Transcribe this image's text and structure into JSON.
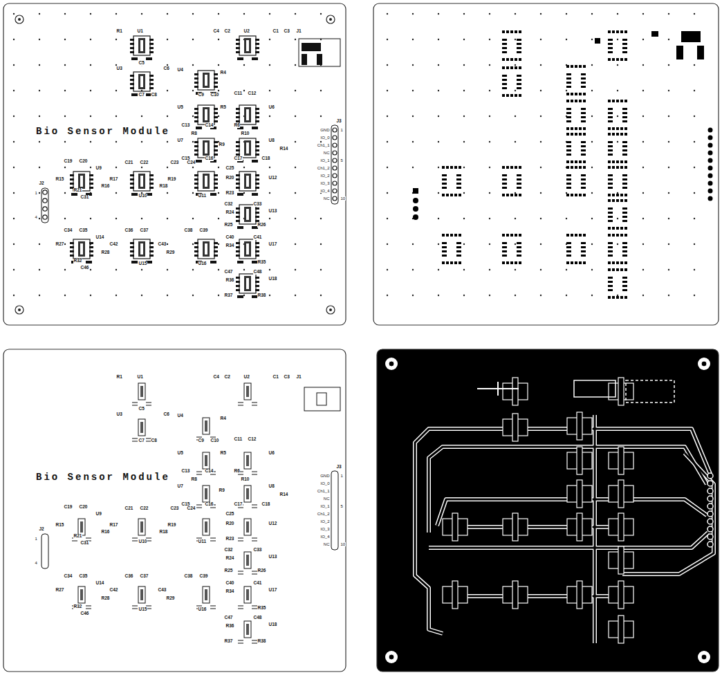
{
  "diagram": {
    "labels": [
      "R1",
      "U1",
      "C5",
      "C6",
      "U3",
      "C7",
      "C8",
      "C4",
      "C2",
      "U2",
      "C1",
      "C3",
      "J1",
      "U4",
      "R4",
      "C9",
      "C10",
      "C11",
      "C12",
      "U5",
      "R5",
      "U6",
      "C13",
      "C14",
      "R6",
      "U7",
      "R8",
      "R9",
      "R10",
      "U8",
      "R14",
      "C15",
      "C16",
      "C17",
      "C18",
      "C19",
      "C20",
      "U9",
      "C21",
      "C22",
      "C23",
      "C24",
      "C25",
      "R15",
      "R16",
      "R17",
      "R18",
      "R19",
      "R20",
      "R21",
      "C31",
      "U10",
      "U11",
      "R23",
      "U12",
      "C32",
      "C33",
      "R24",
      "U13",
      "R25",
      "R26",
      "C34",
      "C35",
      "U14",
      "C36",
      "C37",
      "C38",
      "C39",
      "C40",
      "C41",
      "R27",
      "R28",
      "C42",
      "C43",
      "R29",
      "R32",
      "C46",
      "U15",
      "U16",
      "R34",
      "U17",
      "R35",
      "C47",
      "C48",
      "R36",
      "U18",
      "R37",
      "R38",
      "Bio Sensor Module",
      "J3",
      "GND",
      "IO_0",
      "Ch1_1",
      "NC",
      "IO_1",
      "Ch1_2",
      "IO_2",
      "IO_3",
      "IO_4",
      "NC",
      "1",
      "5",
      "10",
      "J2",
      "1",
      "4",
      "R1",
      "U1",
      "C5",
      "C6",
      "U3",
      "C7",
      "C8",
      "C4",
      "C2",
      "U2",
      "C1",
      "C3",
      "J1",
      "U4",
      "R4",
      "C9",
      "C10",
      "C11",
      "C12",
      "U5",
      "R5",
      "U6",
      "C13",
      "C14",
      "R6",
      "U7",
      "R8",
      "R9",
      "R10",
      "U8",
      "R14",
      "C15",
      "C16",
      "C17",
      "C18",
      "C19",
      "C20",
      "U9",
      "C21",
      "C22",
      "C23",
      "C24",
      "C25",
      "R15",
      "R16",
      "R17",
      "R18",
      "R19",
      "R20",
      "R21",
      "C31",
      "U10",
      "U11",
      "R23",
      "U12",
      "C32",
      "C33",
      "R24",
      "U13",
      "R25",
      "R26",
      "C34",
      "C35",
      "U14",
      "C36",
      "C37",
      "C38",
      "C39",
      "C40",
      "C41",
      "R27",
      "R28",
      "C42",
      "C43",
      "R29",
      "R32",
      "C46",
      "U15",
      "U16",
      "R34",
      "U17",
      "R35",
      "C47",
      "C48",
      "R36",
      "U18",
      "R37",
      "R38",
      "Bio Sensor Module",
      "J3",
      "GND",
      "IO_0",
      "Ch1_1",
      "NC",
      "IO_1",
      "Ch1_2",
      "IO_2",
      "IO_3",
      "IO_4",
      "NC",
      "1",
      "5",
      "10",
      "J2",
      "1",
      "4"
    ]
  }
}
